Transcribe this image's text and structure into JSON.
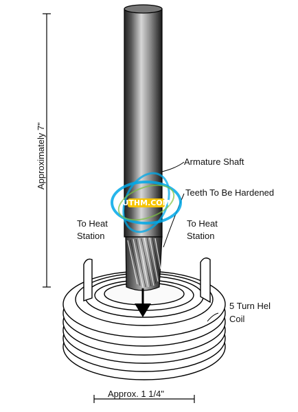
{
  "labels": {
    "height": "Approximately 7\"",
    "armature_shaft": "Armature Shaft",
    "teeth": "Teeth To Be Hardened",
    "heat_station_left_1": "To Heat",
    "heat_station_left_2": "Station",
    "heat_station_right_1": "To Heat",
    "heat_station_right_2": "Station",
    "coil_1": "5 Turn Hel",
    "coil_2": "Coil",
    "width": "Approx. 1 1/4\""
  },
  "logo": {
    "text": "UTHM.COM",
    "colors": {
      "ring": "#00a8e8",
      "text_bg": "#f6c400",
      "accent": "#7ec242"
    }
  }
}
